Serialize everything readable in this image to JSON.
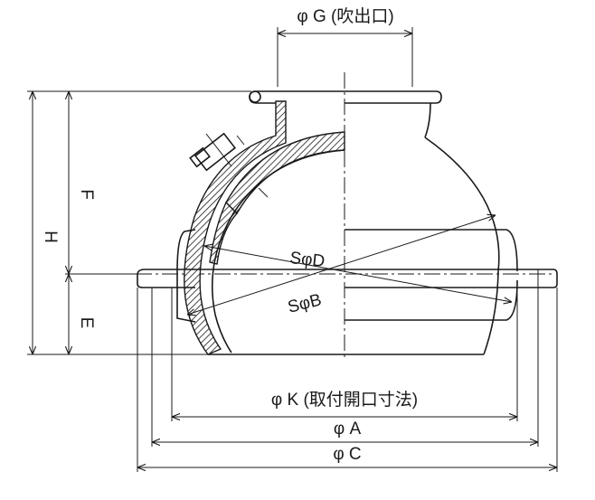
{
  "dimensions": {
    "G": "φ G (吹出口)",
    "F": "F",
    "H": "H",
    "E": "E",
    "D": "SφD",
    "B": "SφB",
    "K": "φ K (取付開口寸法)",
    "A": "φ A",
    "C": "φ C"
  }
}
